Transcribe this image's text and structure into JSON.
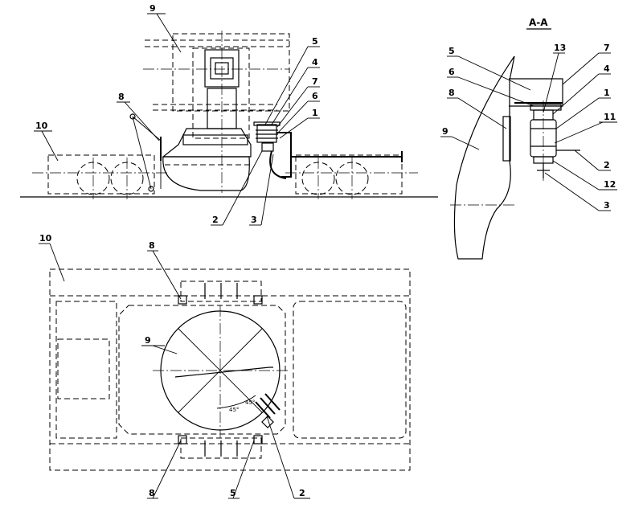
{
  "drawing": {
    "section_title": "A-A",
    "elevation_view": {
      "labels": {
        "n9": "9",
        "n8": "8",
        "n10": "10",
        "n5": "5",
        "n4": "4",
        "n7": "7",
        "n6": "6",
        "n1": "1",
        "n2": "2",
        "n3": "3"
      }
    },
    "section_view": {
      "labels": {
        "n5": "5",
        "n13": "13",
        "n7": "7",
        "n6": "6",
        "n4": "4",
        "n8": "8",
        "n1": "1",
        "n9": "9",
        "n11": "11",
        "n2": "2",
        "n12": "12",
        "n3": "3"
      }
    },
    "plan_view": {
      "labels": {
        "n10": "10",
        "n8a": "8",
        "n9": "9",
        "n8b": "8",
        "n5": "5",
        "n2": "2"
      },
      "angle_a": "45°",
      "angle_b": "45°"
    }
  }
}
